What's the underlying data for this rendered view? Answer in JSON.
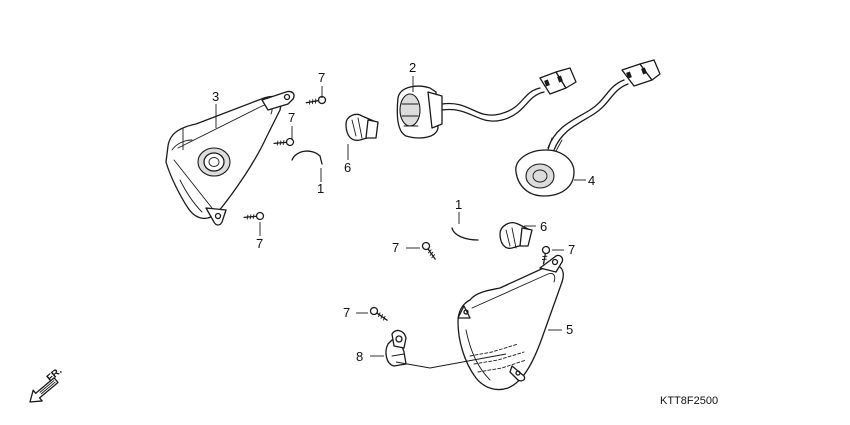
{
  "diagram": {
    "callouts": {
      "c1a": "1",
      "c1b": "1",
      "c2": "2",
      "c3": "3",
      "c4": "4",
      "c5": "5",
      "c6a": "6",
      "c6b": "6",
      "c7a": "7",
      "c7b": "7",
      "c7c": "7",
      "c7d": "7",
      "c7e": "7",
      "c7f": "7",
      "c8": "8"
    },
    "direction_label": "FR.",
    "drawing_code": "KTT8F2500"
  }
}
